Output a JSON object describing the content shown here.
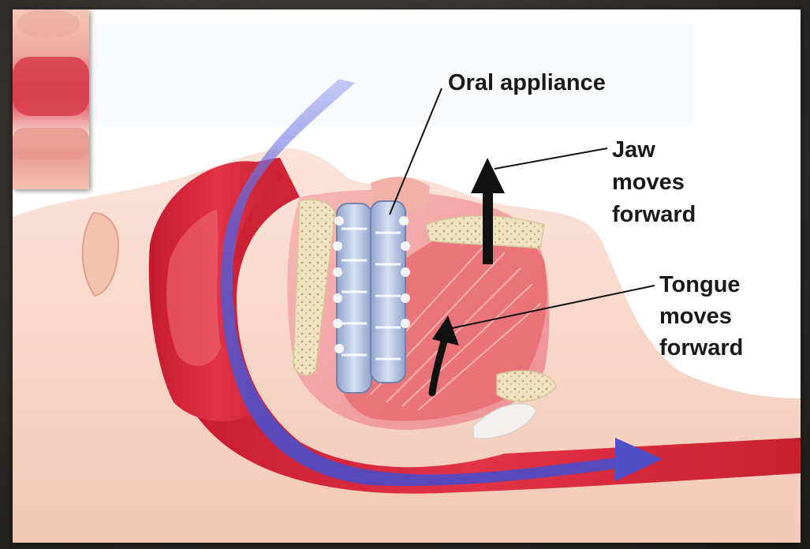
{
  "diagram": {
    "labels": {
      "oral_appliance": "Oral appliance",
      "jaw_line1": "Jaw",
      "jaw_line2": "moves",
      "jaw_line3": "forward",
      "tongue_line1": "Tongue",
      "tongue_line2": "moves",
      "tongue_line3": "forward"
    },
    "colors": {
      "skin": "#f6d2c4",
      "tissue_red": "#d8283a",
      "tissue_pink": "#f2a6a6",
      "airflow_blue": "#5b5fd6",
      "appliance_blue": "#9fb1d8",
      "bone": "#efe3bf",
      "arrow_black": "#111111"
    },
    "icons": {
      "airflow": "airflow-arrow-icon",
      "jaw_arrow": "jaw-forward-arrow-icon",
      "tongue_arrow": "tongue-forward-arrow-icon"
    }
  }
}
